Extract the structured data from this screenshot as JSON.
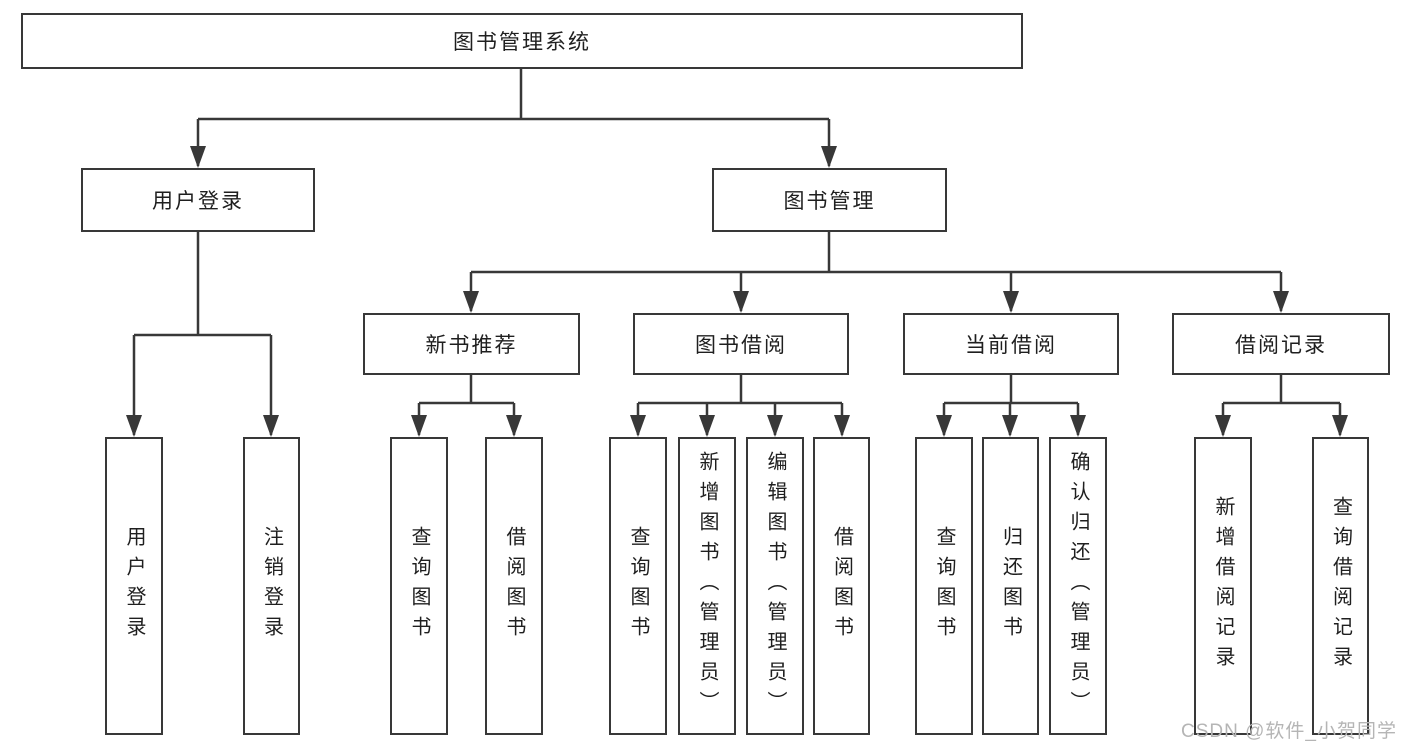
{
  "tree": {
    "label": "图书管理系统",
    "children": [
      {
        "label": "用户登录",
        "children": [
          {
            "label": "用户登录"
          },
          {
            "label": "注销登录"
          }
        ]
      },
      {
        "label": "图书管理",
        "children": [
          {
            "label": "新书推荐",
            "children": [
              {
                "label": "查询图书"
              },
              {
                "label": "借阅图书"
              }
            ]
          },
          {
            "label": "图书借阅",
            "children": [
              {
                "label": "查询图书"
              },
              {
                "label": "新增图书（管理员）"
              },
              {
                "label": "编辑图书（管理员）"
              },
              {
                "label": "借阅图书"
              }
            ]
          },
          {
            "label": "当前借阅",
            "children": [
              {
                "label": "查询图书"
              },
              {
                "label": "归还图书"
              },
              {
                "label": "确认归还（管理员）"
              }
            ]
          },
          {
            "label": "借阅记录",
            "children": [
              {
                "label": "新增借阅记录"
              },
              {
                "label": "查询借阅记录"
              }
            ]
          }
        ]
      }
    ]
  },
  "watermark": "CSDN @软件_小贺同学",
  "colors": {
    "line": "#383838",
    "box_border": "#383838",
    "box_fill": "#ffffff",
    "text": "#1f1f1f",
    "watermark": "#b5b5b5",
    "background": "#ffffff"
  }
}
